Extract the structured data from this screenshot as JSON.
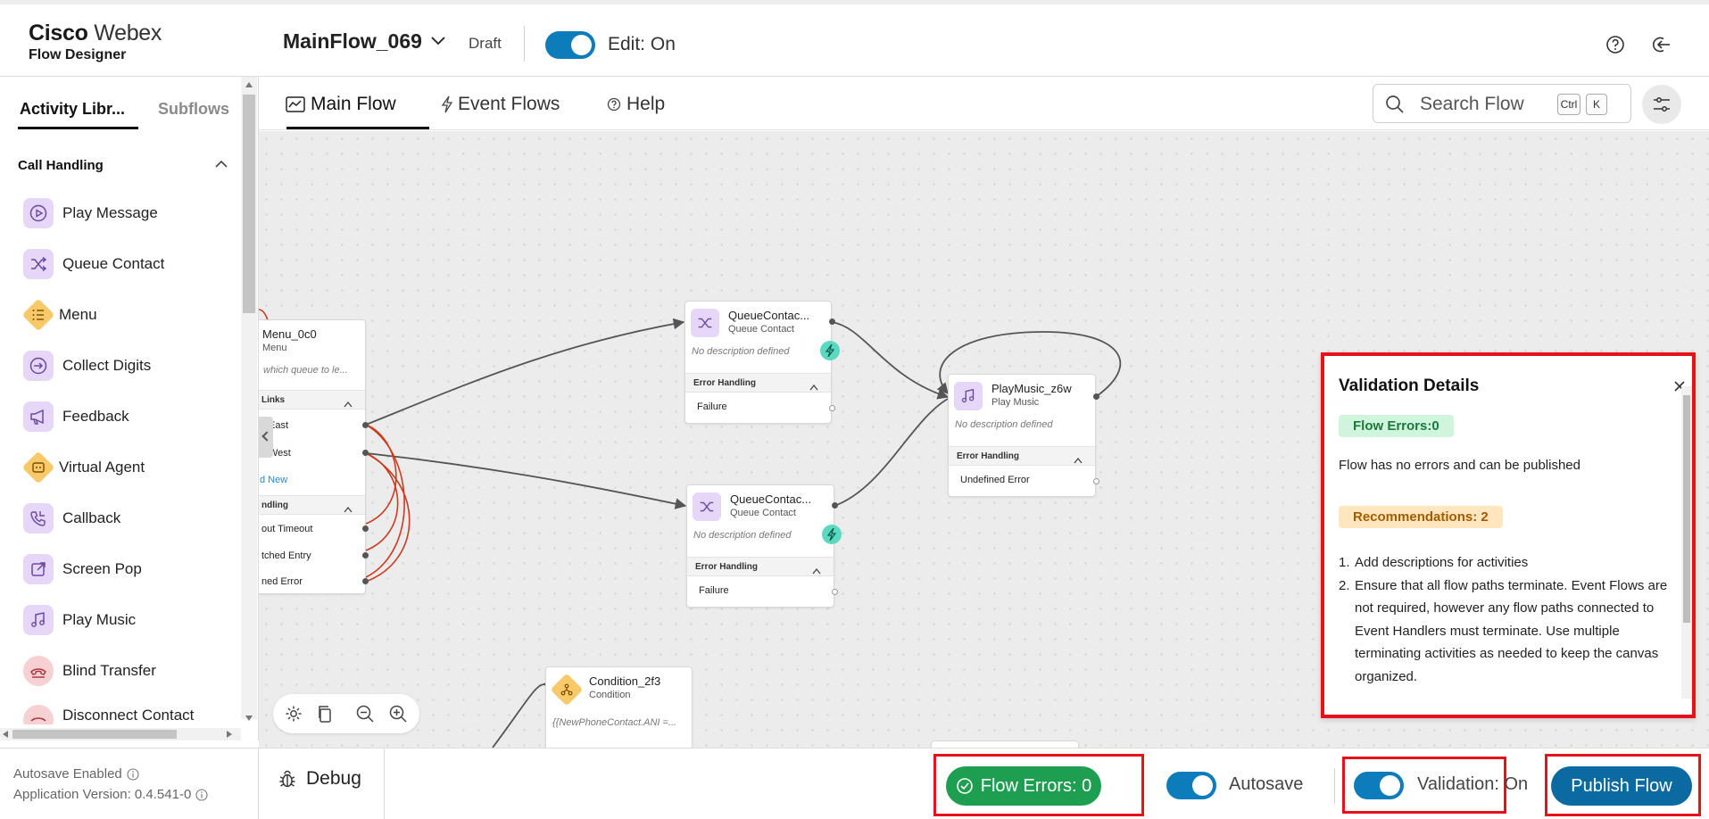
{
  "brand": {
    "name_bold": "Cisco",
    "name_light": "Webex",
    "product": "Flow Designer"
  },
  "header": {
    "flow_name": "MainFlow_069",
    "status": "Draft",
    "edit_label": "Edit: On",
    "edit_on": true
  },
  "sidebar": {
    "tabs": [
      {
        "label": "Activity Libr..."
      },
      {
        "label": "Subflows"
      }
    ],
    "section": "Call Handling",
    "items": [
      {
        "label": "Play Message",
        "icon": "play-message-icon"
      },
      {
        "label": "Queue Contact",
        "icon": "shuffle-icon"
      },
      {
        "label": "Menu",
        "icon": "menu-list-icon"
      },
      {
        "label": "Collect Digits",
        "icon": "collect-digits-icon"
      },
      {
        "label": "Feedback",
        "icon": "megaphone-icon"
      },
      {
        "label": "Virtual Agent",
        "icon": "virtual-agent-icon"
      },
      {
        "label": "Callback",
        "icon": "callback-phone-icon"
      },
      {
        "label": "Screen Pop",
        "icon": "external-link-icon"
      },
      {
        "label": "Play Music",
        "icon": "music-note-icon"
      },
      {
        "label": "Blind Transfer",
        "icon": "transfer-phone-icon"
      },
      {
        "label": "Disconnect Contact",
        "icon": "disconnect-icon"
      }
    ],
    "autosave_enabled": "Autosave Enabled",
    "app_version": "Application Version: 0.4.541-0"
  },
  "main_tabs": [
    {
      "label": "Main Flow",
      "icon": "flow-icon"
    },
    {
      "label": "Event Flows",
      "icon": "bolt-icon"
    },
    {
      "label": "Help",
      "icon": "help-circle-icon"
    }
  ],
  "search": {
    "placeholder": "Search Flow",
    "kbd1": "Ctrl",
    "kbd2": "K"
  },
  "canvas": {
    "menu_node": {
      "title": "Menu_0c0",
      "type": "Menu",
      "desc": "which queue to le...",
      "links_header": "Links",
      "links": [
        "East",
        "West"
      ],
      "add_new": "d New",
      "eh_header": "ndling",
      "errors": [
        "out Timeout",
        "tched Entry",
        "ned Error"
      ]
    },
    "queue1": {
      "title": "QueueContac...",
      "type": "Queue Contact",
      "desc": "No description defined",
      "eh_header": "Error Handling",
      "row": "Failure"
    },
    "queue2": {
      "title": "QueueContac...",
      "type": "Queue Contact",
      "desc": "No description defined",
      "eh_header": "Error Handling",
      "row": "Failure"
    },
    "music": {
      "title": "PlayMusic_z6w",
      "type": "Play Music",
      "desc": "No description defined",
      "eh_header": "Error Handling",
      "row": "Undefined Error"
    },
    "condition": {
      "title": "Condition_2f3",
      "type": "Condition",
      "desc": "{{NewPhoneContact.ANI =..."
    }
  },
  "validation": {
    "title": "Validation Details",
    "errors_badge": "Flow Errors:0",
    "ok_text": "Flow has no errors and can be published",
    "recs_badge": "Recommendations: 2",
    "recs": [
      {
        "num": "1.",
        "text": "Add descriptions for activities"
      },
      {
        "num": "2.",
        "text": "Ensure that all flow paths terminate. Event Flows are not required, however any flow paths connected to Event Handlers must terminate. Use multiple terminating activities as needed to keep the canvas organized."
      }
    ]
  },
  "bottom": {
    "debug": "Debug",
    "flow_errors": "Flow Errors: 0",
    "autosave": "Autosave",
    "autosave_on": true,
    "validation_label": "Validation:",
    "validation_state": "On",
    "validation_on": true,
    "publish": "Publish Flow"
  },
  "colors": {
    "accent": "#0c7cba",
    "success": "#1e9e50",
    "publish": "#0b6aa2",
    "highlight": "#e8101b"
  }
}
